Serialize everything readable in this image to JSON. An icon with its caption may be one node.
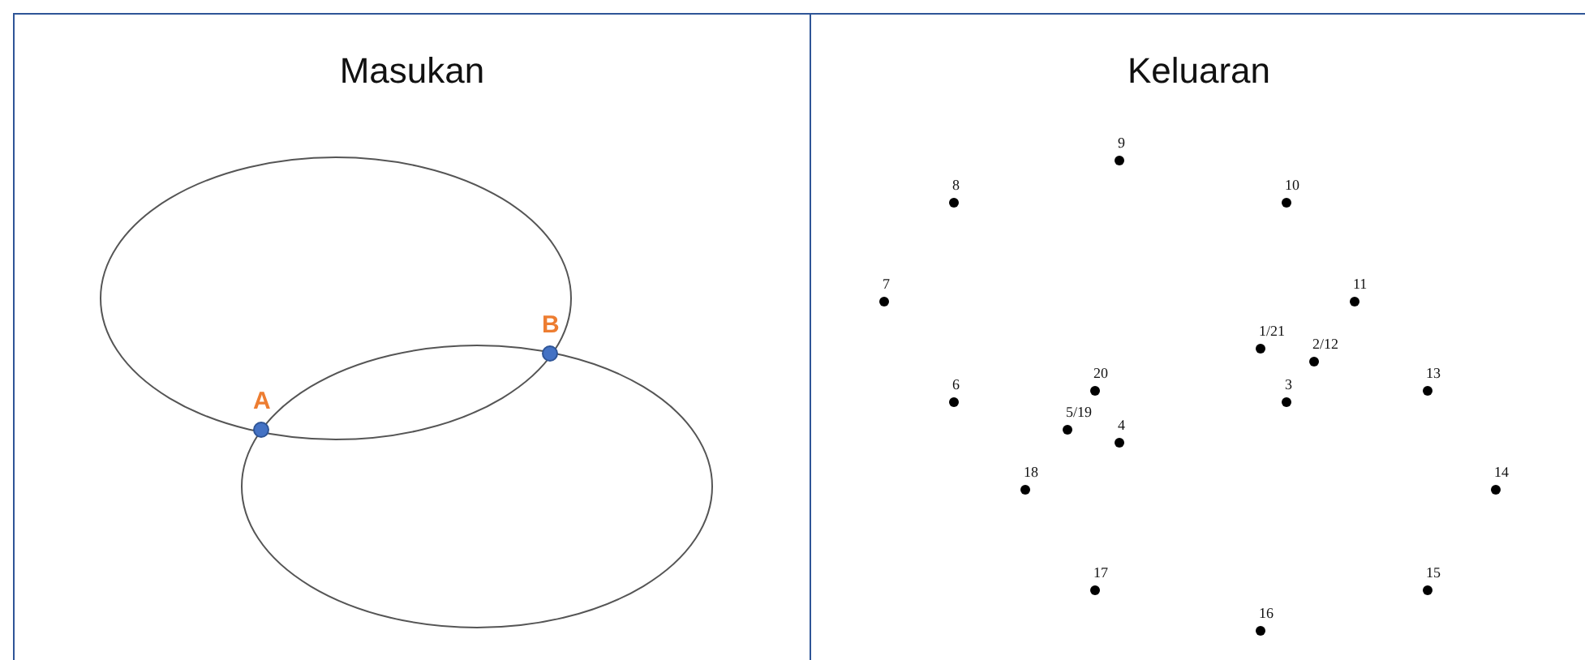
{
  "diagram": {
    "nodes": [
      {
        "text": [
          "Masukan"
        ]
      },
      {
        "text": [
          "Keluaran"
        ]
      }
    ],
    "labels": [
      "B",
      "A",
      "9",
      "8",
      "10",
      "7",
      "11",
      "1/21",
      "2/12",
      "20",
      "13",
      "6",
      "3",
      "5/19",
      "4",
      "18",
      "14",
      "17",
      "15",
      "16"
    ]
  }
}
